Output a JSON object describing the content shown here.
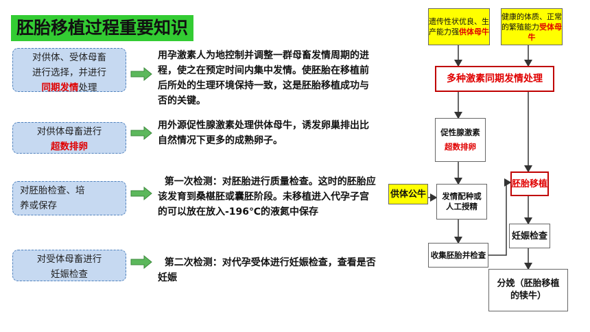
{
  "title": "胚胎移植过程重要知识",
  "steps": [
    {
      "line1": "对供体、受体母畜",
      "line2": "进行选择，并进行",
      "highlight": "同期发情",
      "tail": "处理"
    },
    {
      "line1": "对供体母畜进行",
      "highlight": "超数排卵"
    },
    {
      "line1": "对胚胎检查、培",
      "line2": "养或保存"
    },
    {
      "line1": "对受体母畜进行",
      "line2": "妊娠检查"
    }
  ],
  "descriptions": [
    "用孕激素人为地控制并调整一群母畜发情周期的进程，使之在预定时间内集中发情。使胚胎在移植前后所处的生理环境保持一致，这是胚胎移植成功与否的关键。",
    "用外源促性腺激素处理供体母牛，诱发卵巢排出比自然情况下更多的成熟卵子。",
    "  第一次检测：对胚胎进行质量检查。这时的胚胎应该发育到桑椹胚或囊胚阶段。未移植进入代孕子宫的可以放在放入-196℃的液氮中保存",
    "  第二次检测：对代孕受体进行妊娠检查，查看是否妊娠"
  ],
  "flowchart": {
    "donor_box": {
      "text": "遗传性状优良、生产能力强",
      "highlight": "供体母牛"
    },
    "recipient_box": {
      "text": "健康的体质、正常的繁殖能力",
      "highlight": "受体母牛"
    },
    "sync_box": "多种激素同期发情处理",
    "superov_box": {
      "text": "促性腺激素",
      "highlight": "超数排卵"
    },
    "bull_box": "供体公牛",
    "mating_box": "发情配种或人工授精",
    "collect_box": "收集胚胎并检查",
    "transfer_box": "胚胎移植",
    "preg_box": "妊娠检查",
    "birth_box": "分娩（胚胎移植的犊牛）",
    "colors": {
      "yellow": "#ffff00",
      "red_text": "#e00000",
      "border_red": "#c00000",
      "border_gray": "#666666"
    }
  }
}
